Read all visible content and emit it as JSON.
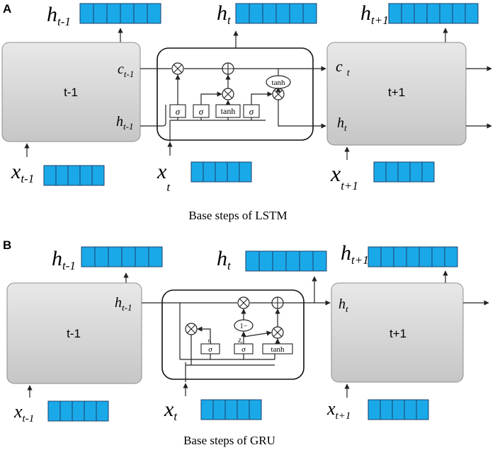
{
  "colors": {
    "vector_fill": "#1aa9e8",
    "vector_stroke": "#1b3f6b",
    "box_fill_top": "#e6e6e6",
    "box_fill_bottom": "#c9c9c9",
    "box_stroke": "#8c8c8c",
    "line": "#222222"
  },
  "panel_a": {
    "label": "A",
    "caption": "Base steps of LSTM",
    "prev_box_label": "t-1",
    "next_box_label": "t+1",
    "out_prev": {
      "main": "h",
      "sub": "t-1"
    },
    "out_cur": {
      "main": "h",
      "sub": "t"
    },
    "out_next": {
      "main": "h",
      "sub": "t+1"
    },
    "in_prev": {
      "main": "x",
      "sub": "t-1"
    },
    "in_cur": {
      "main": "x",
      "sub": "t"
    },
    "in_next": {
      "main": "x",
      "sub": "t+1"
    },
    "c_in": {
      "main": "c",
      "sub": "t-1"
    },
    "h_in": {
      "main": "h",
      "sub": "t-1"
    },
    "c_out": {
      "main": "c",
      "sub": "t"
    },
    "h_out": {
      "main": "h",
      "sub": "t"
    },
    "gates": {
      "sigma": "σ",
      "tanh": "tanh"
    },
    "ops": {
      "multiply": "⊗",
      "add": "⊕"
    }
  },
  "panel_b": {
    "label": "B",
    "caption": "Base steps of GRU",
    "prev_box_label": "t-1",
    "next_box_label": "t+1",
    "out_prev": {
      "main": "h",
      "sub": "t-1"
    },
    "out_cur": {
      "main": "h",
      "sub": "t"
    },
    "out_next": {
      "main": "h",
      "sub": "t+1"
    },
    "in_prev": {
      "main": "x",
      "sub": "t-1"
    },
    "in_cur": {
      "main": "x",
      "sub": "t"
    },
    "in_next": {
      "main": "x",
      "sub": "t+1"
    },
    "h_in": {
      "main": "h",
      "sub": "t-1"
    },
    "h_out": {
      "main": "h",
      "sub": "t"
    },
    "gates": {
      "sigma": "σ",
      "tanh": "tanh",
      "one_minus": "1−"
    },
    "gate_labels": {
      "reset": {
        "main": "r",
        "sub": "t"
      },
      "update": {
        "main": "Z",
        "sub": "t"
      }
    },
    "ops": {
      "multiply": "⊗",
      "add": "⊕"
    }
  }
}
